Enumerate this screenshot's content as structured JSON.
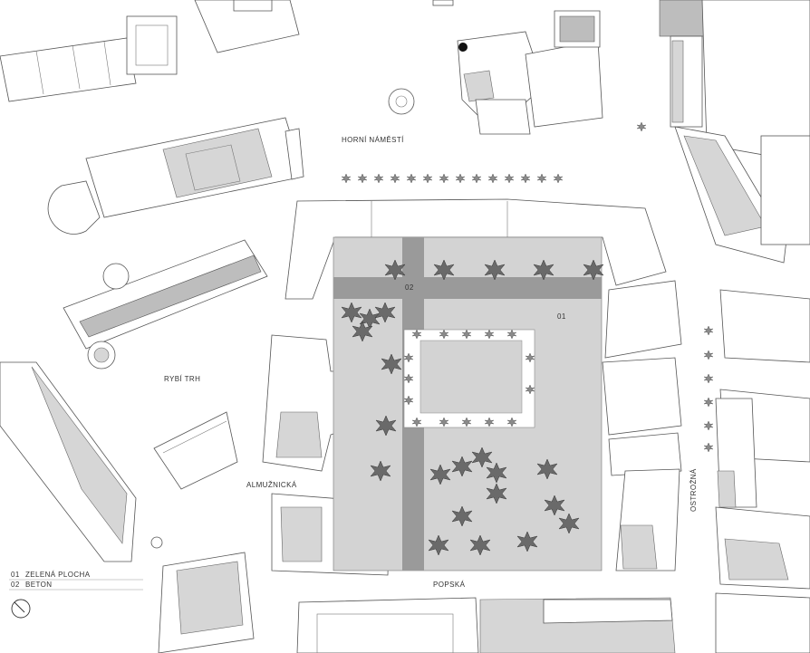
{
  "map": {
    "street_labels": {
      "horni_namesti": "HORNÍ NÁMĚSTÍ",
      "rybi_trh": "RYBÍ TRH",
      "almuznicka": "ALMUŽNICKÁ",
      "popska": "POPSKÁ",
      "ostrozna": "OSTROŽNÁ"
    },
    "zone_markers": {
      "green": "01",
      "concrete": "02"
    },
    "legend": [
      {
        "number": "01",
        "label": "ZELENÁ PLOCHA",
        "color": "#d3d3d3"
      },
      {
        "number": "02",
        "label": "BETON",
        "color": "#9a9a9a"
      }
    ],
    "colors": {
      "green_area": "#d3d3d3",
      "concrete_path": "#9a9a9a",
      "tree": "#6a6a6a",
      "building_outline": "#555555",
      "background": "#ffffff"
    },
    "icons": [
      "north-arrow-icon",
      "tree-icon",
      "fountain-icon"
    ]
  }
}
